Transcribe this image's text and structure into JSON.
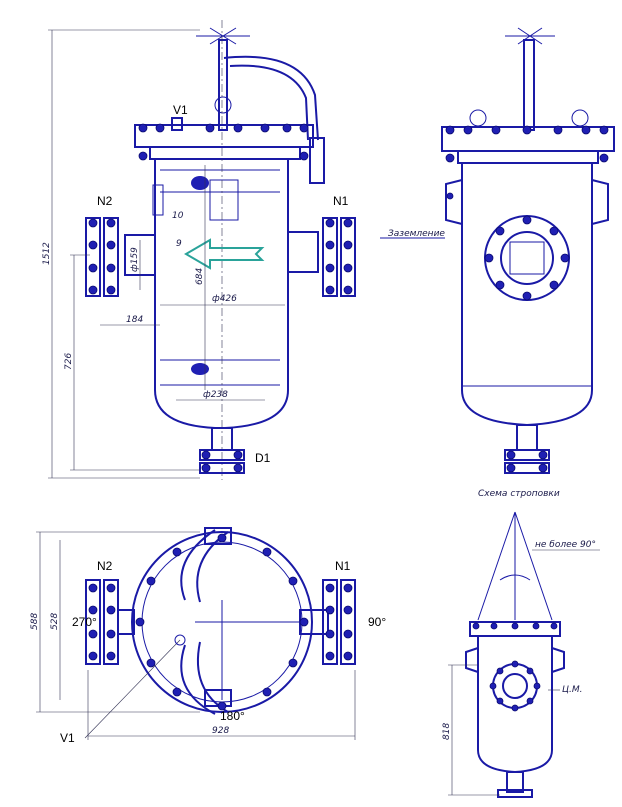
{
  "labels": {
    "v1_front": "V1",
    "n2_front": "N2",
    "n1_front": "N1",
    "d1": "D1",
    "n2_top": "N2",
    "n1_top": "N1",
    "angle_270": "270°",
    "angle_90": "90°",
    "angle_180": "180°",
    "v1_top": "V1",
    "cm": "Ц.М."
  },
  "dimensions": {
    "overall_height": "1512",
    "nozzle_height": "726",
    "body_height": "684",
    "dia_159": "ф159",
    "dia_426": "ф426",
    "dia_238": "ф238",
    "offset_184": "184",
    "small_10": "10",
    "small_9": "9",
    "flange_588": "588",
    "flange_528": "528",
    "width_928": "928",
    "sling_818": "818"
  },
  "notes": {
    "grounding": "Заземление",
    "sling_title": "Схема строповки",
    "sling_angle": "не более 90°"
  },
  "colors": {
    "outline": "#1a1aa6",
    "bolt": "#1f1fb3",
    "flow_arrow": "#2aa39a"
  },
  "icons": {
    "flow": "flow-direction-arrow-icon"
  }
}
